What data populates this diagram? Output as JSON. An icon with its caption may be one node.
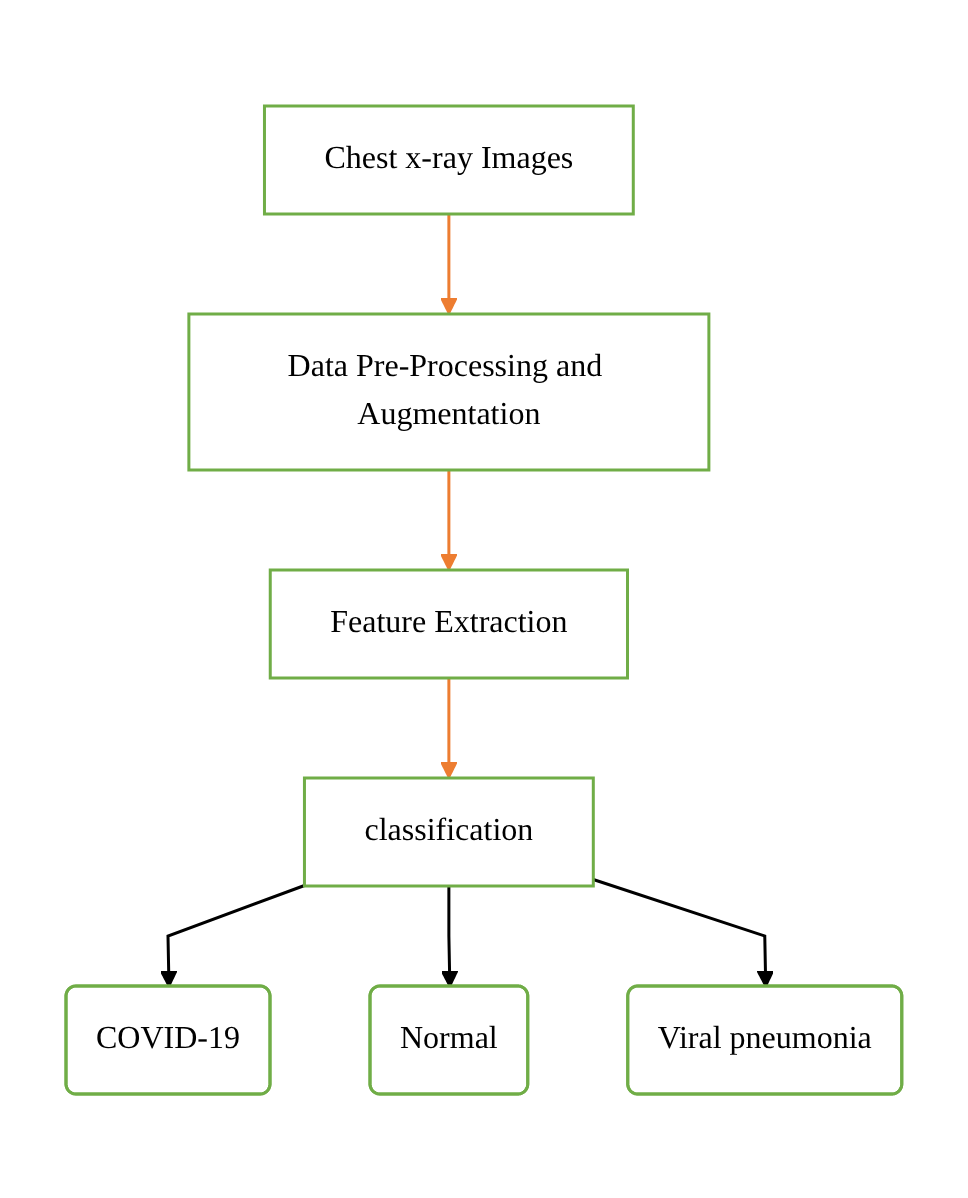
{
  "diagram": {
    "nodes": [
      {
        "text": [
          "Chest x-ray Images"
        ]
      },
      {
        "text": [
          "Data Pre-Processing and Augmentation"
        ]
      },
      {
        "text": [
          "Feature Extraction"
        ]
      },
      {
        "text": [
          "classification"
        ]
      },
      {
        "text": [
          "COVID-19"
        ]
      },
      {
        "text": [
          "Normal"
        ]
      },
      {
        "text": [
          "Viral pneumonia"
        ]
      }
    ],
    "edges": [
      {
        "from": 0,
        "to": 1,
        "arrow": "to",
        "color": "#ed7d31"
      },
      {
        "from": 1,
        "to": 2,
        "arrow": "to",
        "color": "#ed7d31"
      },
      {
        "from": 2,
        "to": 3,
        "arrow": "to",
        "color": "#ed7d31"
      },
      {
        "from": 3,
        "to": 4,
        "arrow": "to",
        "color": "#000000"
      },
      {
        "from": 3,
        "to": 5,
        "arrow": "to",
        "color": "#000000"
      },
      {
        "from": 3,
        "to": 6,
        "arrow": "to",
        "color": "#000000"
      }
    ]
  }
}
